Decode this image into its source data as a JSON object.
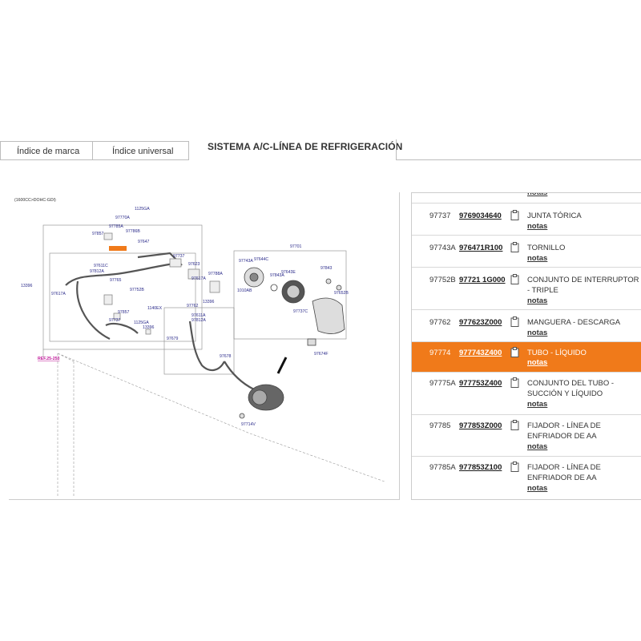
{
  "tabs": {
    "brand_index": "Índice de marca",
    "universal_index": "Índice universal"
  },
  "page_title": "SISTEMA A/C-LÍNEA DE REFRIGERACIÓN",
  "diagram": {
    "engine_label": "(1600CC>DOHC-GDI)",
    "ref_label": "REF.25-253",
    "labels": [
      "1125GA",
      "97770A",
      "97785A",
      "97786B",
      "97857",
      "97647",
      "97737",
      "97623",
      "13396",
      "97611C",
      "97812A",
      "97617A",
      "97617A",
      "97765",
      "97752B",
      "97857",
      "97737",
      "1125GA",
      "13396",
      "1140EX",
      "97788A",
      "13396",
      "97762",
      "97611A",
      "97812A",
      "97679",
      "97678",
      "97701",
      "97743A",
      "97644C",
      "1010AB",
      "97843A",
      "97643E",
      "97843",
      "97652B",
      "97737C",
      "97674F",
      "97714V"
    ]
  },
  "parts_list": {
    "cut_notas": "notas",
    "rows": [
      {
        "code": "97737",
        "part_number": "9769034640",
        "description": "JUNTA TÓRICA",
        "notes": "notas",
        "highlighted": false
      },
      {
        "code": "97743A",
        "part_number": "976471R100",
        "description": "TORNILLO",
        "notes": "notas",
        "highlighted": false
      },
      {
        "code": "97752B",
        "part_number": "97721 1G000",
        "description": "CONJUNTO DE INTERRUPTOR - TRIPLE",
        "notes": "notas",
        "highlighted": false
      },
      {
        "code": "97762",
        "part_number": "977623Z000",
        "description": "MANGUERA - DESCARGA",
        "notes": "notas",
        "highlighted": false
      },
      {
        "code": "97774",
        "part_number": "977743Z400",
        "description": "TUBO - LÍQUIDO",
        "notes": "notas",
        "highlighted": true
      },
      {
        "code": "97775A",
        "part_number": "977753Z400",
        "description": "CONJUNTO DEL TUBO - SUCCIÓN Y LÍQUIDO",
        "notes": "notas",
        "highlighted": false
      },
      {
        "code": "97785",
        "part_number": "977853Z000",
        "description": "FIJADOR - LÍNEA DE ENFRIADOR DE AA",
        "notes": "notas",
        "highlighted": false
      },
      {
        "code": "97785A",
        "part_number": "977853Z100",
        "description": "FIJADOR - LÍNEA DE ENFRIADOR DE AA",
        "notes": "notas",
        "highlighted": false
      }
    ]
  },
  "colors": {
    "highlight": "#f07a1a",
    "diagram_label": "#2a2a8a",
    "ref_label": "#c0199a"
  }
}
